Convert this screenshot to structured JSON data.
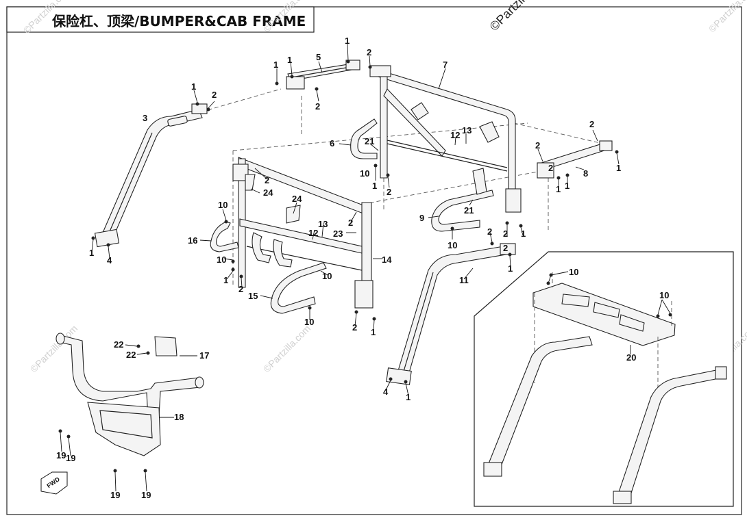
{
  "title": "保险杠、顶梁/BUMPER&CAB FRAME",
  "watermark_main": "©Partzilla.com",
  "watermark": "©Partzilla.com",
  "fwd_label": "FWD",
  "callouts": [
    {
      "id": "c1a",
      "label": "1"
    },
    {
      "id": "c2a",
      "label": "2"
    },
    {
      "id": "c3",
      "label": "3"
    },
    {
      "id": "c1b",
      "label": "1"
    },
    {
      "id": "c5",
      "label": "5"
    },
    {
      "id": "c1c",
      "label": "1"
    },
    {
      "id": "c2b",
      "label": "2"
    },
    {
      "id": "c2c",
      "label": "2"
    },
    {
      "id": "c7",
      "label": "7"
    },
    {
      "id": "c1d",
      "label": "1"
    },
    {
      "id": "c6",
      "label": "6"
    },
    {
      "id": "c21a",
      "label": "21"
    },
    {
      "id": "c12a",
      "label": "12"
    },
    {
      "id": "c13a",
      "label": "13"
    },
    {
      "id": "c2d",
      "label": "2"
    },
    {
      "id": "c10a",
      "label": "10"
    },
    {
      "id": "c1e",
      "label": "1"
    },
    {
      "id": "c2e",
      "label": "2"
    },
    {
      "id": "c2f",
      "label": "2"
    },
    {
      "id": "c8",
      "label": "8"
    },
    {
      "id": "c1f",
      "label": "1"
    },
    {
      "id": "c2g",
      "label": "2"
    },
    {
      "id": "c1g",
      "label": "1"
    },
    {
      "id": "c1h",
      "label": "1"
    },
    {
      "id": "c24a",
      "label": "24"
    },
    {
      "id": "c2h",
      "label": "2"
    },
    {
      "id": "c24b",
      "label": "24"
    },
    {
      "id": "c10b",
      "label": "10"
    },
    {
      "id": "c9",
      "label": "9"
    },
    {
      "id": "c21b",
      "label": "21"
    },
    {
      "id": "c10c",
      "label": "10"
    },
    {
      "id": "c2i",
      "label": "2"
    },
    {
      "id": "c1i",
      "label": "1"
    },
    {
      "id": "c2j",
      "label": "2"
    },
    {
      "id": "c16",
      "label": "16"
    },
    {
      "id": "c12b",
      "label": "12"
    },
    {
      "id": "c13b",
      "label": "13"
    },
    {
      "id": "c23",
      "label": "23"
    },
    {
      "id": "c1j",
      "label": "1"
    },
    {
      "id": "c4a",
      "label": "4"
    },
    {
      "id": "c10d",
      "label": "10"
    },
    {
      "id": "c1k",
      "label": "1"
    },
    {
      "id": "c14",
      "label": "14"
    },
    {
      "id": "c2k",
      "label": "2"
    },
    {
      "id": "c2l",
      "label": "2"
    },
    {
      "id": "c1l",
      "label": "1"
    },
    {
      "id": "c10e",
      "label": "10"
    },
    {
      "id": "c15",
      "label": "15"
    },
    {
      "id": "c2m",
      "label": "2"
    },
    {
      "id": "c11",
      "label": "11"
    },
    {
      "id": "c10f",
      "label": "10"
    },
    {
      "id": "c2n",
      "label": "2"
    },
    {
      "id": "c1m",
      "label": "1"
    },
    {
      "id": "c10g",
      "label": "10"
    },
    {
      "id": "c10h",
      "label": "10"
    },
    {
      "id": "c22a",
      "label": "22"
    },
    {
      "id": "c22b",
      "label": "22"
    },
    {
      "id": "c17",
      "label": "17"
    },
    {
      "id": "c18",
      "label": "18"
    },
    {
      "id": "c20",
      "label": "20"
    },
    {
      "id": "c4b",
      "label": "4"
    },
    {
      "id": "c1n",
      "label": "1"
    },
    {
      "id": "c19a",
      "label": "19"
    },
    {
      "id": "c19b",
      "label": "19"
    },
    {
      "id": "c19c",
      "label": "19"
    },
    {
      "id": "c19d",
      "label": "19"
    }
  ]
}
